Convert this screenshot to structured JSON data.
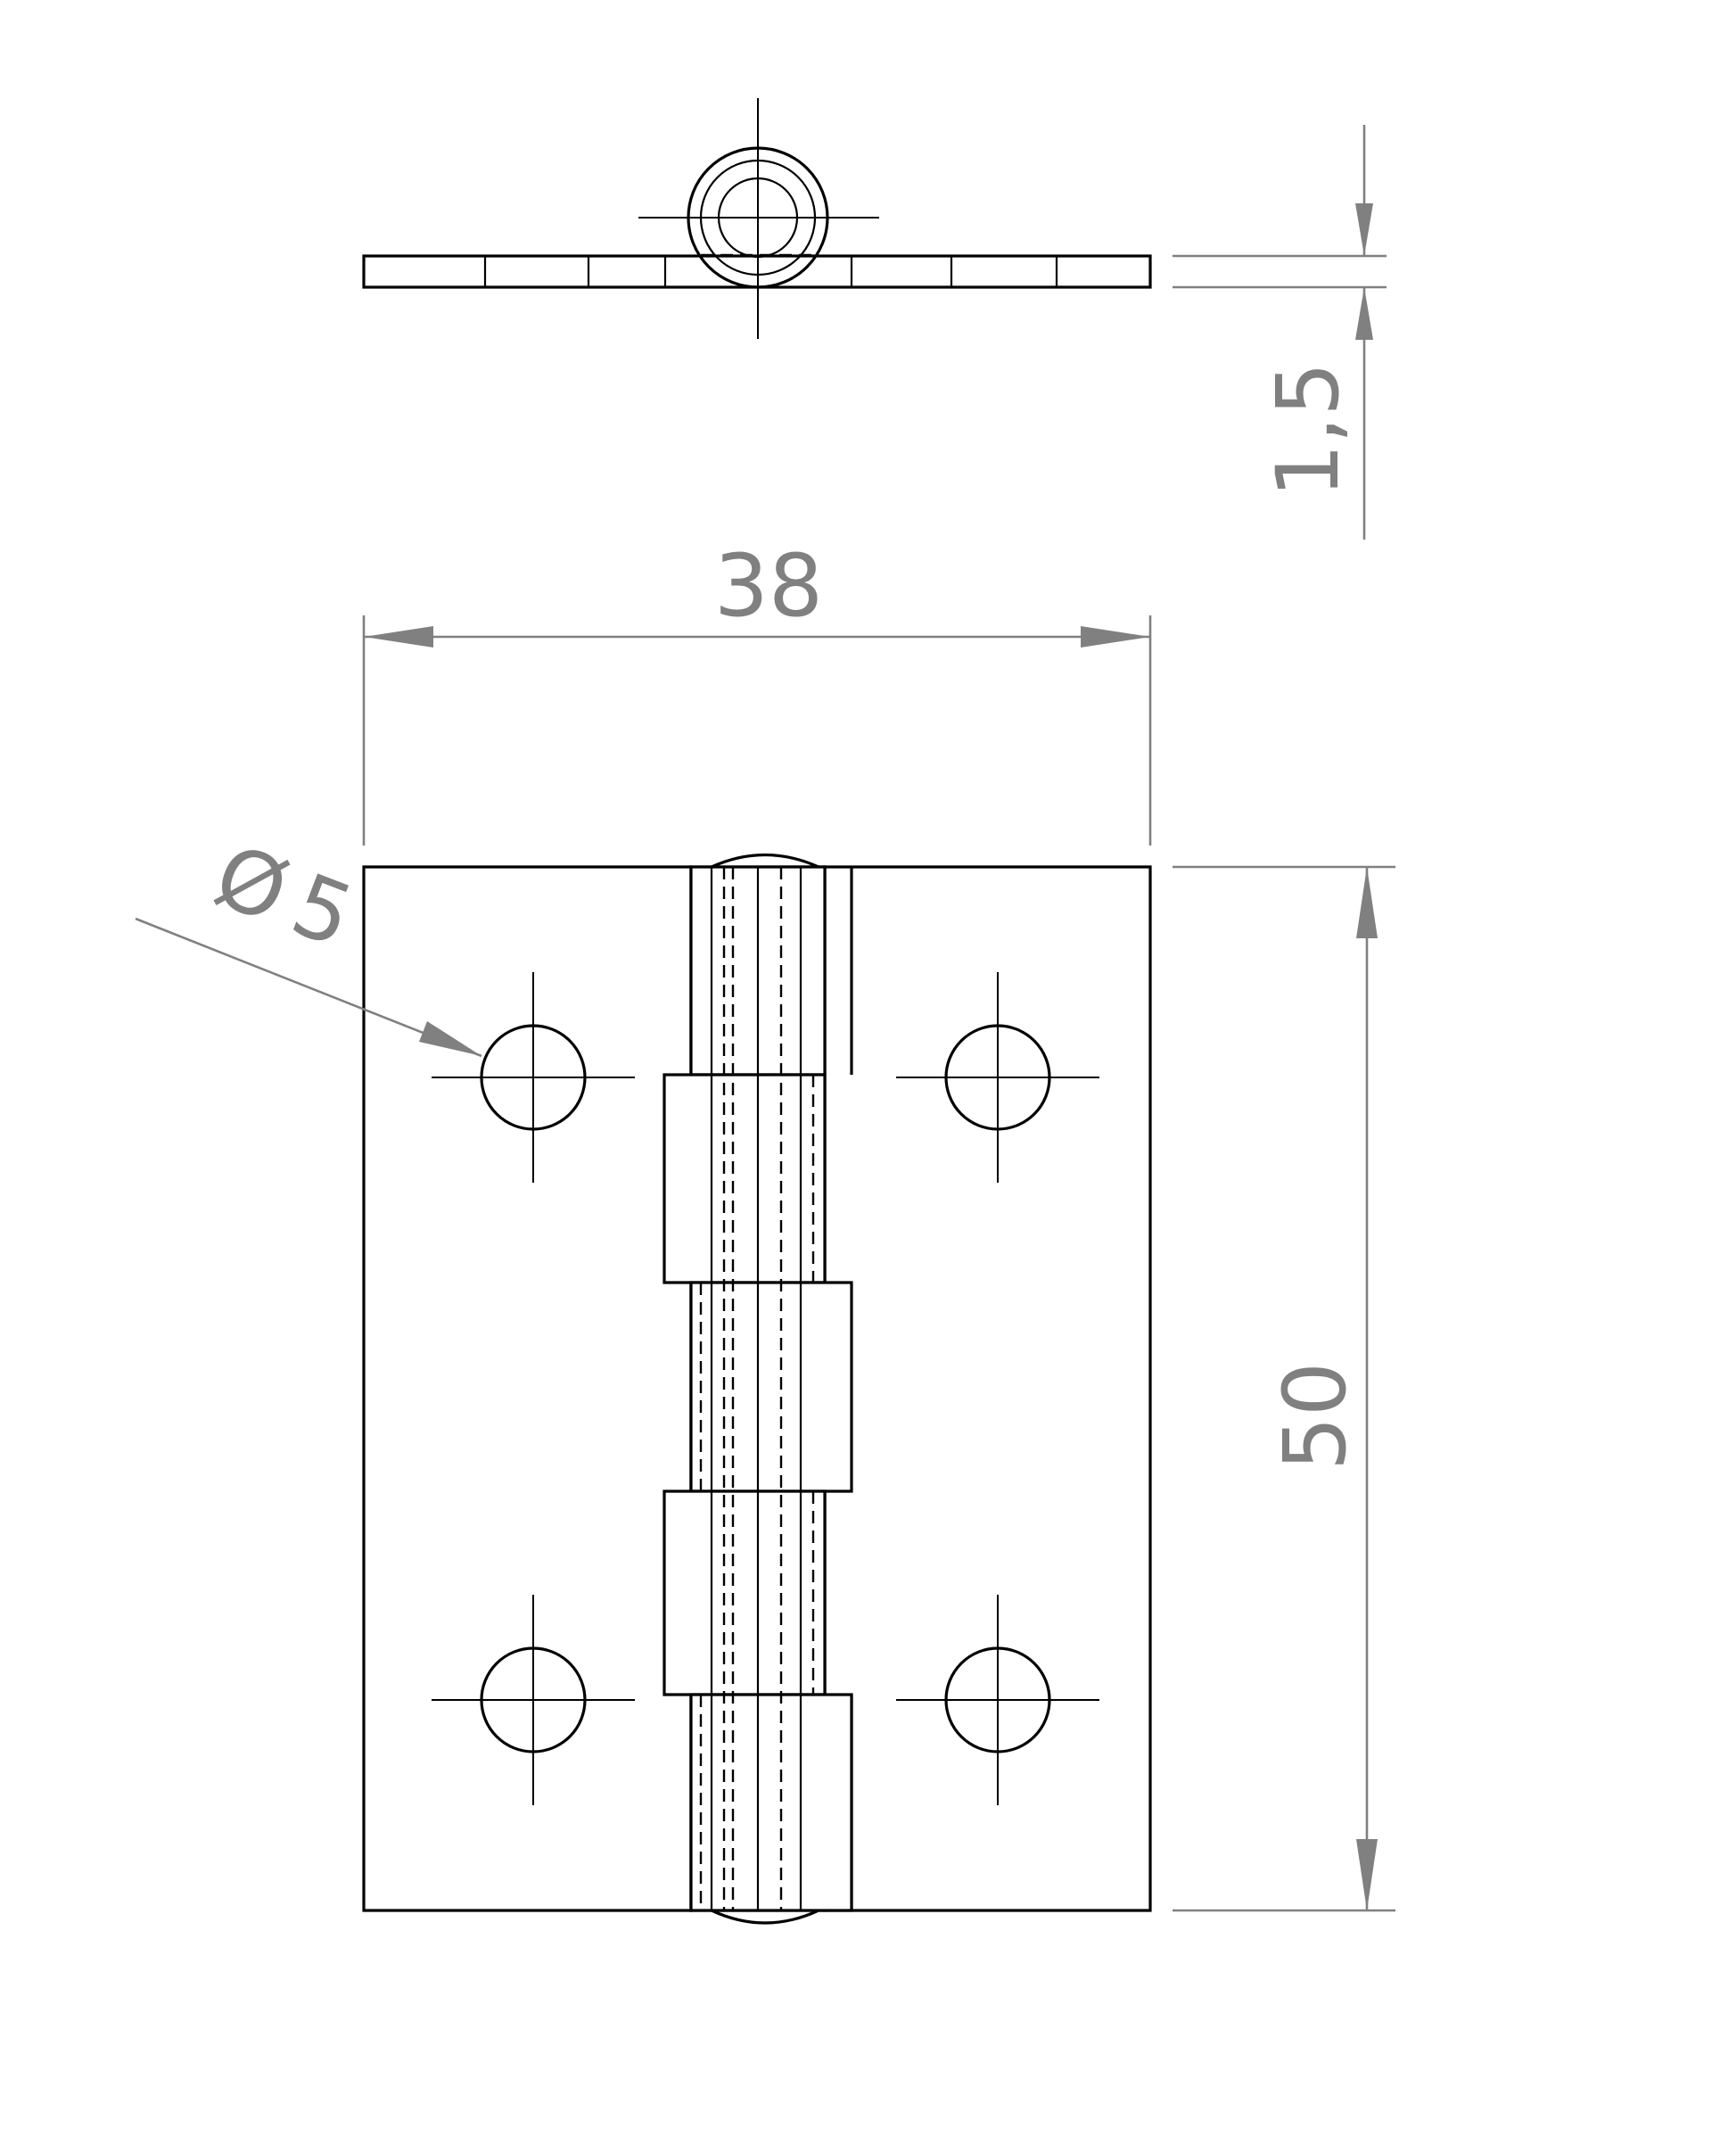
{
  "dimensions": {
    "thickness": "1,5",
    "width": "38",
    "height": "50",
    "hole_diameter": "5",
    "diameter_symbol": "Ø"
  }
}
